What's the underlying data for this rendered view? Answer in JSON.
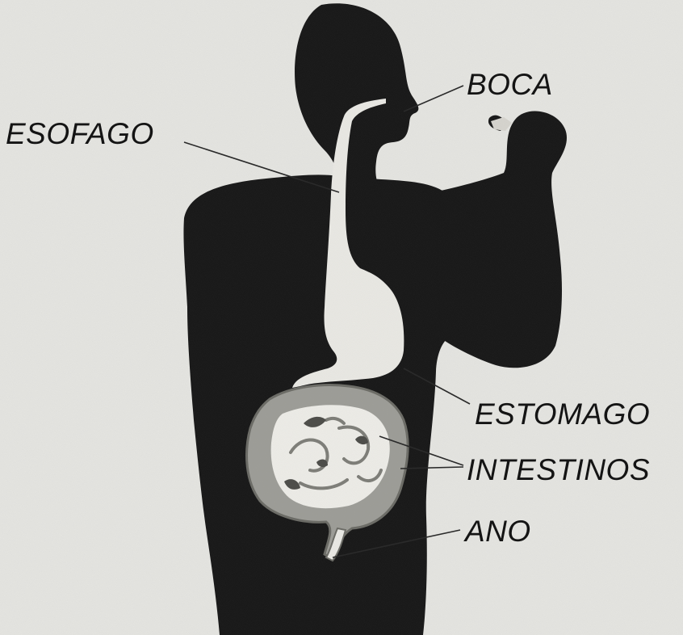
{
  "labels": {
    "boca": "BOCA",
    "esofago": "ESOFAGO",
    "estomago": "ESTOMAGO",
    "intestinos": "INTESTINOS",
    "ano": "ANO"
  },
  "colors": {
    "background": "#e9e9e5",
    "silhouette": "#131313",
    "tract": "#ecebe6",
    "intestine_gray": "#9d9d97",
    "leader_line": "#2a2a2a"
  }
}
